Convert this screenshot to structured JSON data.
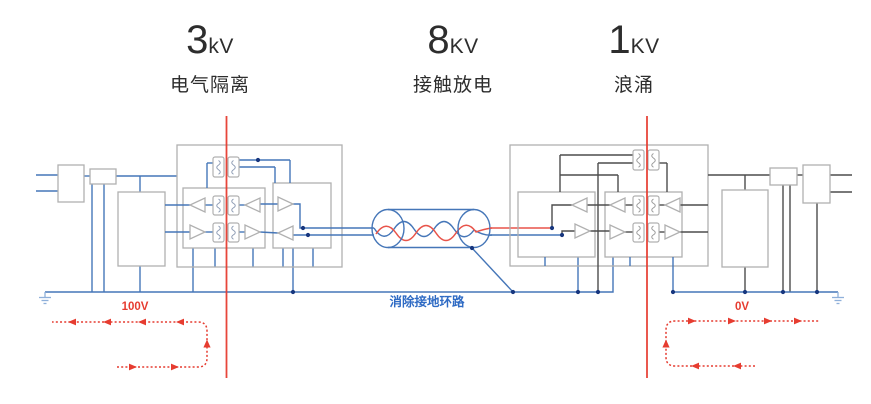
{
  "title_labels": {
    "isolation": {
      "value": "3",
      "unit": "kV",
      "caption": "电气隔离"
    },
    "contact_discharge": {
      "value": "8",
      "unit": "KV",
      "caption": "接触放电"
    },
    "surge": {
      "value": "1",
      "unit": "KV",
      "caption": "浪涌"
    }
  },
  "annotations": {
    "left_ground_voltage": "100V",
    "right_ground_voltage": "0V",
    "ground_loop_note": "消除接地环路"
  },
  "colors": {
    "wire_blue": "#4576b8",
    "wire_dark": "#4d4d4d",
    "accent_red": "#e63c30",
    "cable_red": "#e8544a",
    "box_gray": "#b0b0b0",
    "dot_navy": "#17367e",
    "ground_blue": "#8fb0da",
    "loop_blue": "#2f6bc4",
    "text_dark": "#2d2d2d",
    "bg": "#ffffff"
  }
}
